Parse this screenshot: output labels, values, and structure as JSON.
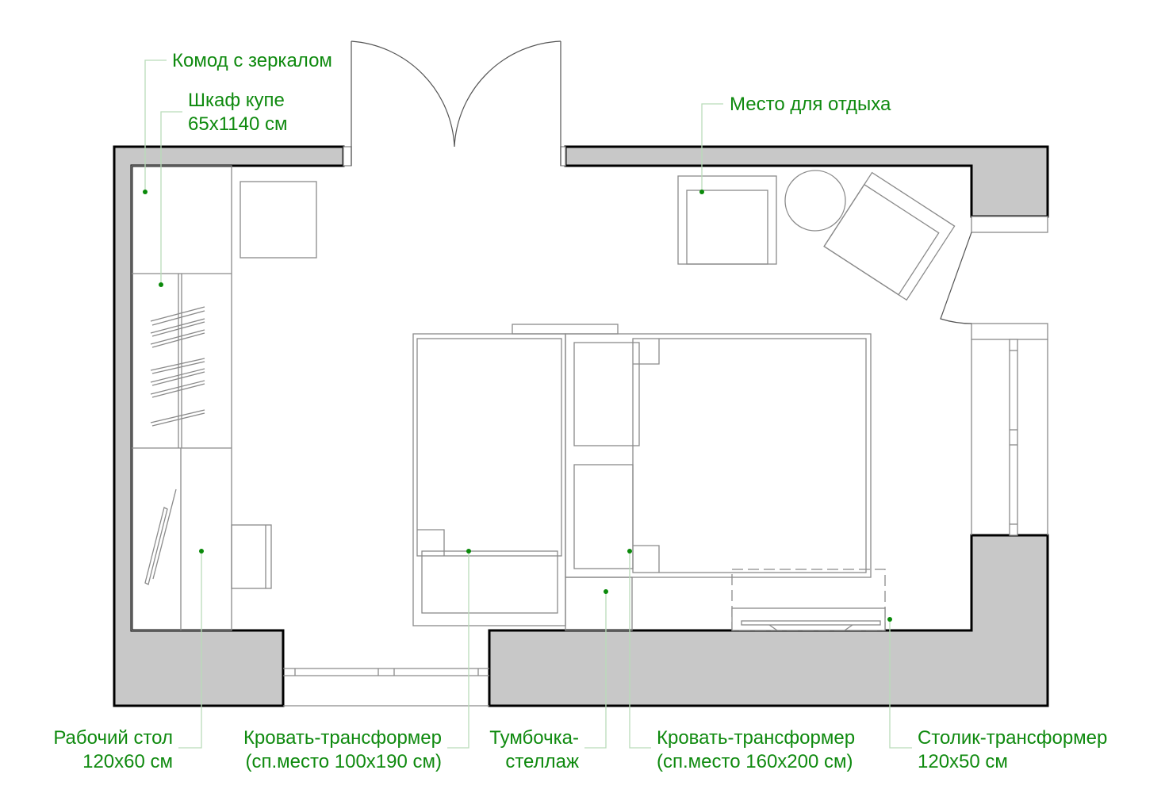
{
  "colors": {
    "label": "#0f8a0f",
    "wall": "#c8c8c8",
    "leader": "#b9dcb9"
  },
  "labels": {
    "dresser": {
      "line1": "Комод с зеркалом"
    },
    "wardrobe": {
      "line1": "Шкаф купе",
      "line2": "65х1140 см"
    },
    "lounge": {
      "line1": "Место для отдыха"
    },
    "desk": {
      "line1": "Рабочий стол",
      "line2": "120х60 см"
    },
    "bed_small": {
      "line1": "Кровать-трансформер",
      "line2": "(сп.место 100х190 см)"
    },
    "nightstand": {
      "line1": "Тумбочка-",
      "line2": "стеллаж"
    },
    "bed_large": {
      "line1": "Кровать-трансформер",
      "line2": "(сп.место 160х200 см)"
    },
    "table": {
      "line1": "Столик-трансформер",
      "line2": "120х50 см"
    }
  }
}
